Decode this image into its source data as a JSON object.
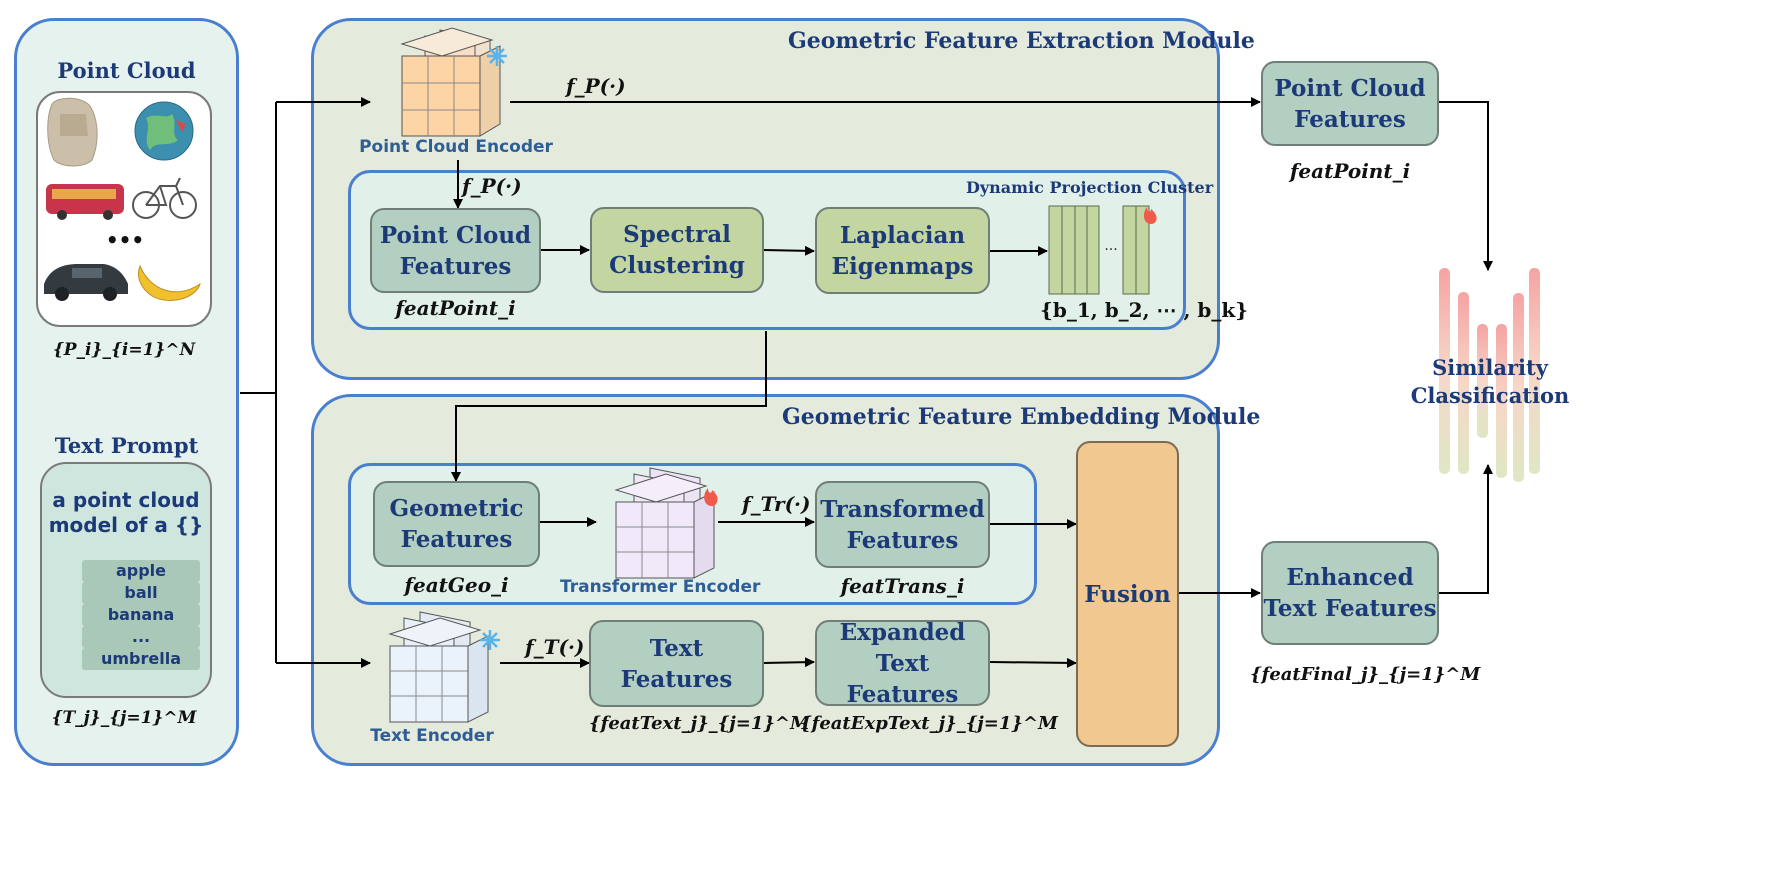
{
  "left": {
    "point_cloud_title": "Point Cloud",
    "ellipsis": "•••",
    "point_set": "{P_i}_{i=1}^N",
    "text_prompt_title": "Text Prompt",
    "prompt": "a point cloud\nmodel of a {}",
    "words": [
      "apple",
      "ball",
      "banana",
      "...",
      "umbrella"
    ],
    "text_set": "{T_j}_{j=1}^M",
    "objects": [
      "backpack-object",
      "globe-object",
      "bus-object",
      "bicycle-object",
      "car-object",
      "banana-object"
    ]
  },
  "extraction": {
    "title": "Geometric Feature Extraction Module",
    "encoder_label": "Point Cloud Encoder",
    "fp_top": "f_P(·)",
    "fp_down": "f_P(·)",
    "cluster_title": "Dynamic Projection Cluster",
    "pc_features": "Point Cloud\nFeatures",
    "spectral": "Spectral\nClustering",
    "laplacian": "Laplacian\nEigenmaps",
    "feat_point": "featPoint_i",
    "basis_ellipsis": "...",
    "basis": "{b_1, b_2, ⋯ , b_k}"
  },
  "embedding": {
    "title": "Geometric Feature Embedding Module",
    "geo_features": "Geometric\nFeatures",
    "feat_geo": "featGeo_i",
    "transformer_label": "Transformer Encoder",
    "ftr": "f_Tr(·)",
    "transformed": "Transformed\nFeatures",
    "feat_trans": "featTrans_i",
    "text_encoder_label": "Text Encoder",
    "ft": "f_T(·)",
    "text_features": "Text\nFeatures",
    "feat_text": "{featText_j}_{j=1}^M",
    "expanded": "Expanded\nText Features",
    "feat_exp_text": "{featExpText_j}_{j=1}^M",
    "fusion": "Fusion"
  },
  "right": {
    "pc_features": "Point Cloud\nFeatures",
    "feat_point": "featPoint_i",
    "similarity": "Similarity\nClassification",
    "enhanced": "Enhanced\nText Features",
    "feat_final": "{featFinal_j}_{j=1}^M"
  },
  "colors": {
    "border": "#4a7fd0",
    "teal_box": "#b3cfc1",
    "green_box": "#c3d6a1",
    "fusion": "#f1c88f",
    "module_bg": "#e4ebdc",
    "inner_bg": "#e2f0ea",
    "left_bg": "#e6f2ee",
    "snow": "#56b4ee",
    "fire": "#ef5a4a"
  },
  "icons": {
    "frozen": "snowflake-icon",
    "trainable": "flame-icon"
  }
}
